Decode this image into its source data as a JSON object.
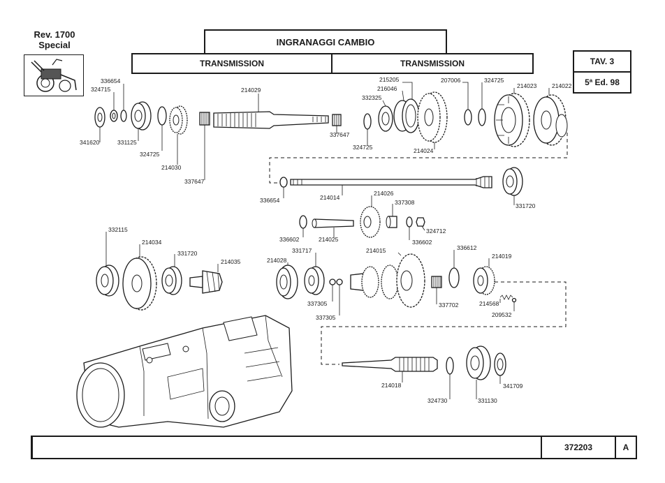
{
  "header": {
    "model_line1": "Rev. 1700",
    "model_line2": "Special",
    "title": "INGRANAGGI CAMBIO",
    "section_left": "TRANSMISSION",
    "section_right": "TRANSMISSION",
    "table": "TAV. 3",
    "edition": "5ª Ed. 98"
  },
  "footer": {
    "doc_number": "372203",
    "revision": "A"
  },
  "parts": {
    "p336654a": "336654",
    "p324715": "324715",
    "p341620": "341620",
    "p331125": "331125",
    "p324725a": "324725",
    "p214030": "214030",
    "p337647a": "337647",
    "p214029": "214029",
    "p337647b": "337647",
    "p332325": "332325",
    "p324725b": "324725",
    "p215205": "215205",
    "p216046": "216046",
    "p214024": "214024",
    "p207006": "207006",
    "p324725c": "324725",
    "p214023": "214023",
    "p214022": "214022",
    "p336654b": "336654",
    "p214014": "214014",
    "p331720a": "331720",
    "p214026": "214026",
    "p337308": "337308",
    "p336602a": "336602",
    "p214025": "214025",
    "p324712": "324712",
    "p336602b": "336602",
    "p332115": "332115",
    "p214034": "214034",
    "p331720b": "331720",
    "p214035": "214035",
    "p331717": "331717",
    "p214028": "214028",
    "p214015": "214015",
    "p336612": "336612",
    "p214019": "214019",
    "p337305a": "337305",
    "p337305b": "337305",
    "p337702": "337702",
    "p214568": "214568",
    "p209532": "209532",
    "p214018": "214018",
    "p324730": "324730",
    "p331130": "331130",
    "p341709": "341709"
  }
}
